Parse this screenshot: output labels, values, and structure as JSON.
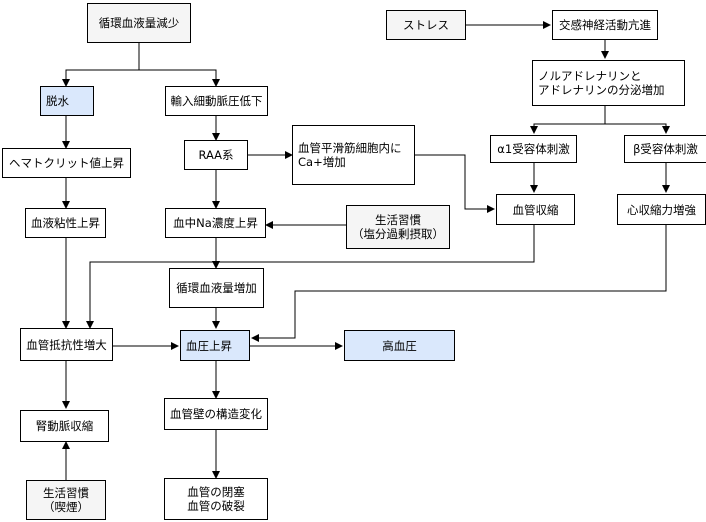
{
  "colors": {
    "blue_fill": "#dae8fc",
    "gray_fill": "#f5f5f5",
    "line": "#000000"
  },
  "nodes": {
    "circ_decrease": "循環血液量減少",
    "dehydration": "脱水",
    "afferent_pressure_drop": "輸入細動脈圧低下",
    "hematocrit_rise": "ヘマトクリット値上昇",
    "raa": "RAA系",
    "smooth_muscle_ca": "血管平滑筋細胞内に\nCa+増加",
    "viscosity_rise": "血液粘性上昇",
    "na_rise": "血中Na濃度上昇",
    "lifestyle_salt": "生活習慣\n（塩分過剰摂取）",
    "circ_increase": "循環血液量増加",
    "resistance_rise": "血管抵抗性増大",
    "bp_rise": "血圧上昇",
    "hypertension": "高血圧",
    "wall_change": "血管壁の構造変化",
    "renal_constriction": "腎動脈収縮",
    "lifestyle_smoking": "生活習慣\n（喫煙）",
    "occlusion": "血管の閉塞\n血管の破裂",
    "stress": "ストレス",
    "sympathetic": "交感神経活動亢進",
    "noradrenaline": "ノルアドレナリンと\nアドレナリンの分泌増加",
    "alpha1": "α1受容体刺激",
    "beta": "β受容体刺激",
    "vasoconstriction": "血管収縮",
    "contractility": "心収縮力増強"
  }
}
